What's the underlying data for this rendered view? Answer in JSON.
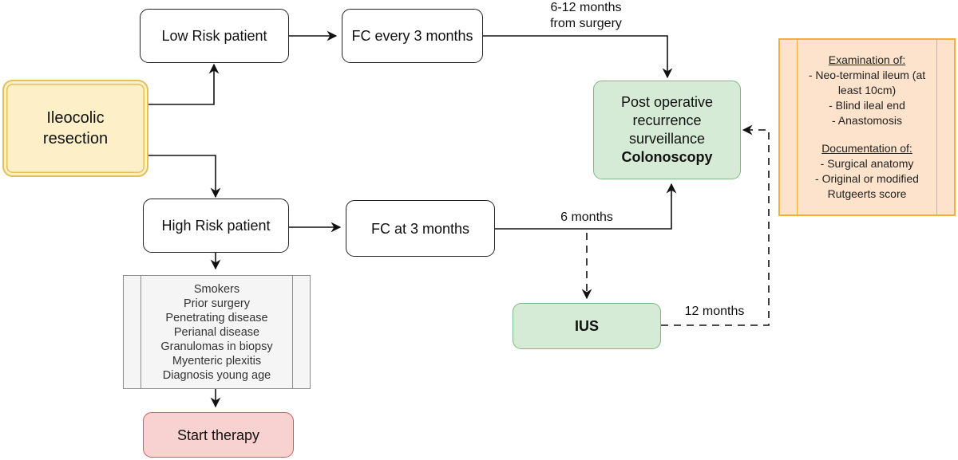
{
  "nodes": {
    "ileocolic": [
      "Ileocolic",
      "resection"
    ],
    "low_risk": "Low Risk patient",
    "high_risk": "High Risk patient",
    "fc3": "FC every 3 months",
    "fc_at3": "FC at 3 months",
    "colonoscopy": {
      "lines": [
        "Post operative",
        "recurrence",
        "surveillance"
      ],
      "bold": "Colonoscopy"
    },
    "ius": "IUS",
    "start_therapy": "Start therapy"
  },
  "risk_factors": [
    "Smokers",
    "Prior surgery",
    "Penetrating disease",
    "Perianal disease",
    "Granulomas in biopsy",
    "Myenteric plexitis",
    "Diagnosis young age"
  ],
  "examination": {
    "heading": "Examination of:",
    "items": [
      "- Neo-terminal ileum (at",
      "least 10cm)",
      "- Blind ileal end",
      "- Anastomosis"
    ],
    "doc_heading": "Documentation of:",
    "doc_items": [
      "- Surgical anatomy",
      "- Original or modified",
      "Rutgeerts score"
    ]
  },
  "edge_labels": {
    "six_twelve": [
      "6-12 months",
      "from surgery"
    ],
    "six": "6 months",
    "twelve": "12 months"
  },
  "colors": {
    "yellow_fill": "#fdf0c8",
    "yellow_border": "#e2c15a",
    "green_fill": "#d6ebd6",
    "green_border": "#80b784",
    "red_fill": "#f8d2d0",
    "red_border": "#c9605c",
    "gray_fill": "#f5f5f5",
    "orange_fill": "#fde3cb",
    "orange_border": "#f5ae3d"
  }
}
